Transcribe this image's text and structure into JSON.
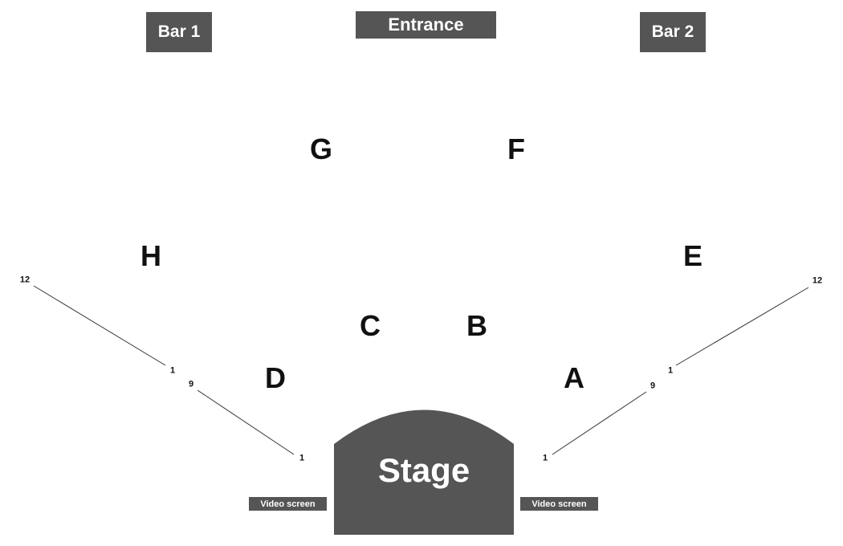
{
  "venue": {
    "bar_left": "Bar 1",
    "bar_right": "Bar 2",
    "entrance": "Entrance",
    "stage": "Stage",
    "video_screen_left": "Video screen",
    "video_screen_right": "Video screen"
  },
  "sections": {
    "A": "A",
    "B": "B",
    "C": "C",
    "D": "D",
    "E": "E",
    "F": "F",
    "G": "G",
    "H": "H"
  },
  "row_labels": {
    "left_outer_start": "12",
    "left_outer_end": "1",
    "left_inner_start": "9",
    "left_inner_end": "1",
    "right_outer_start": "12",
    "right_outer_end": "1",
    "right_inner_start": "9",
    "right_inner_end": "1"
  },
  "colors": {
    "box_fill": "#555555",
    "box_text": "#ffffff",
    "label_text": "#111111",
    "line": "#333333"
  }
}
